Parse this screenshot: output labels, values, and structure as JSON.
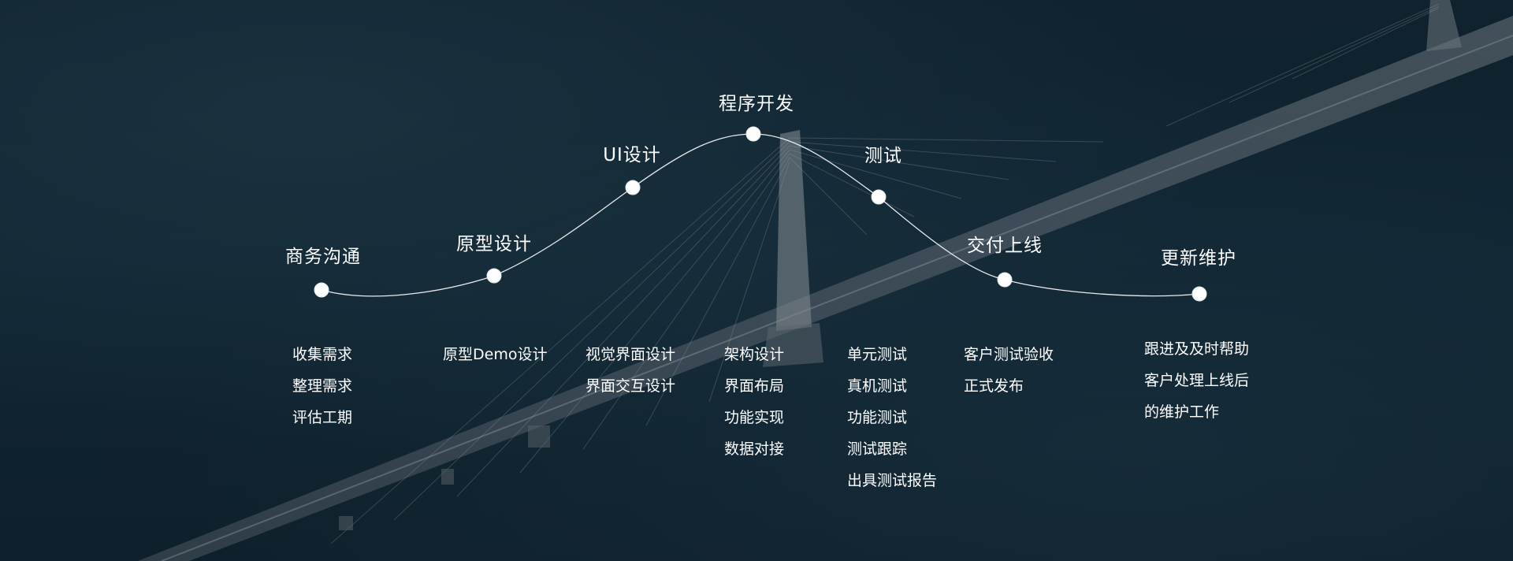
{
  "colors": {
    "background": "#0f222e",
    "text": "#ffffff",
    "curve": "#ffffff"
  },
  "steps": [
    {
      "title": "商务沟通",
      "tasks": [
        "收集需求",
        "整理需求",
        "评估工期"
      ]
    },
    {
      "title": "原型设计",
      "tasks": [
        "原型Demo设计"
      ]
    },
    {
      "title": "UI设计",
      "tasks": [
        "视觉界面设计",
        "界面交互设计"
      ]
    },
    {
      "title": "程序开发",
      "tasks": [
        "架构设计",
        "界面布局",
        "功能实现",
        "数据对接"
      ]
    },
    {
      "title": "测试",
      "tasks": [
        "单元测试",
        "真机测试",
        "功能测试",
        "测试跟踪",
        "出具测试报告"
      ]
    },
    {
      "title": "交付上线",
      "tasks": [
        "客户测试验收",
        "正式发布"
      ]
    },
    {
      "title": "更新维护",
      "tasks": [
        "跟进及及时帮助",
        "客户处理上线后",
        "的维护工作"
      ]
    }
  ]
}
